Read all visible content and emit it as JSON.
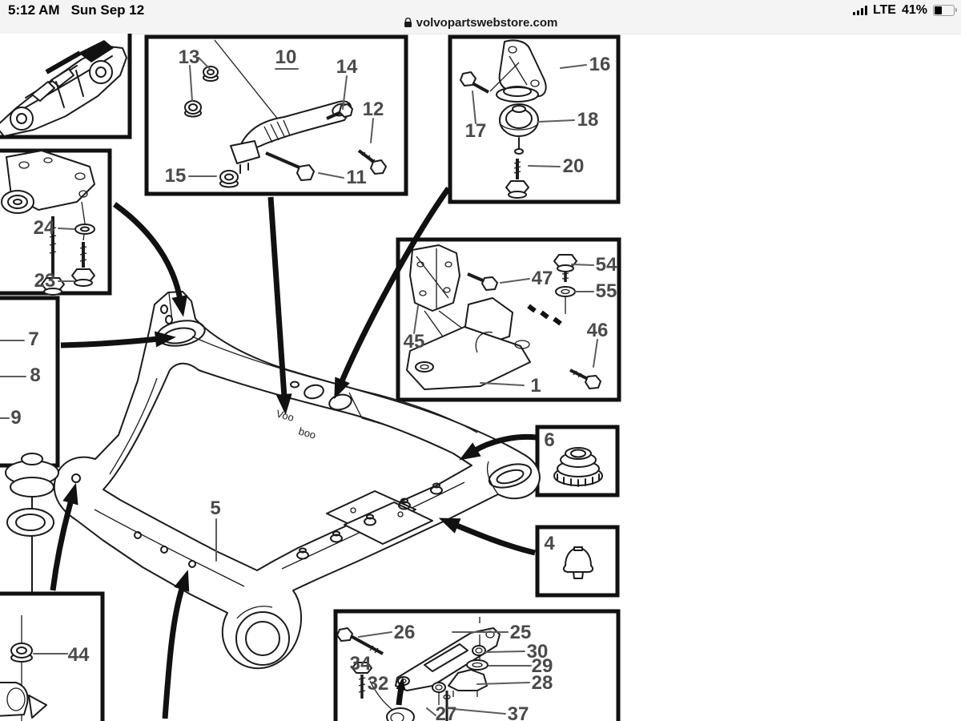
{
  "status_bar": {
    "time": "5:12 AM",
    "date": "Sun Sep 12",
    "carrier": "LTE",
    "battery_percent": "41%",
    "icons": {
      "signal": "cellular-signal-icon",
      "battery": "battery-icon"
    }
  },
  "browser": {
    "url": "volvopartswebstore.com",
    "lock_icon": "lock-icon"
  },
  "diagram": {
    "description": "Volvo front subframe and engine mount exploded parts diagram",
    "stamp1": "Voo",
    "stamp2": "boo",
    "parts": {
      "p13": "13",
      "p10": "10",
      "p14": "14",
      "p12": "12",
      "p15": "15",
      "p11": "11",
      "p16": "16",
      "p17": "17",
      "p18": "18",
      "p20": "20",
      "p24": "24",
      "p23": "23",
      "p7": "7",
      "p8": "8",
      "p9": "9",
      "p45": "45",
      "p47": "47",
      "p54": "54",
      "p55": "55",
      "p46": "46",
      "p1": "1",
      "p6": "6",
      "p5": "5",
      "p4": "4",
      "p44": "44",
      "p26": "26",
      "p25": "25",
      "p30": "30",
      "p29": "29",
      "p28": "28",
      "p34": "34",
      "p32": "32",
      "p27": "27",
      "p37": "37"
    },
    "colors": {
      "line": "#1b1b1b",
      "callout": "#4a4a4a",
      "statusbar_bg": "#f4f4f4"
    }
  }
}
